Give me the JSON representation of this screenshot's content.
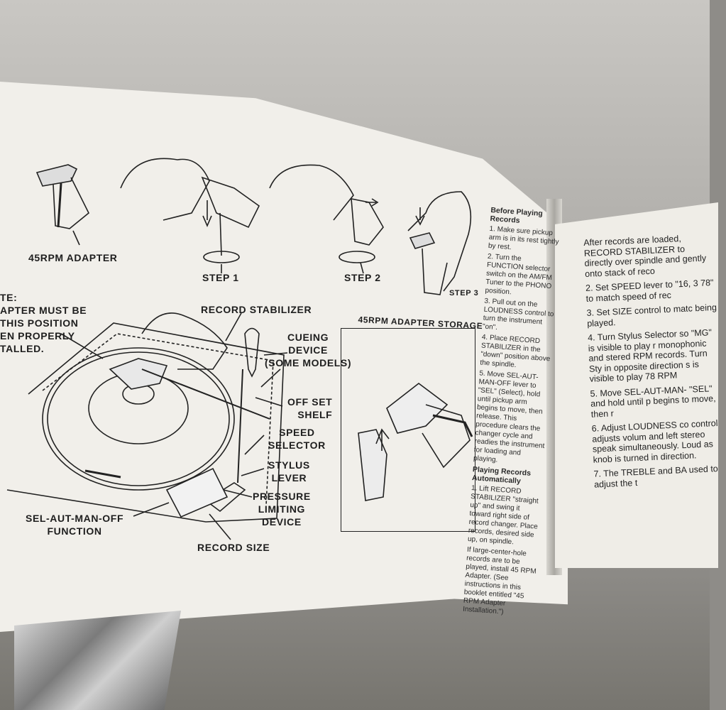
{
  "diagram": {
    "adapter_label": "45RPM ADAPTER",
    "step1": "STEP 1",
    "step2": "STEP 2",
    "step3": "STEP 3",
    "note_lines": [
      "TE:",
      "APTER MUST BE",
      "THIS POSITION",
      "EN PROPERLY",
      "TALLED."
    ],
    "record_stabilizer": "RECORD STABILIZER",
    "cueing_lines": [
      "CUEING",
      "DEVICE",
      "(SOME MODELS)"
    ],
    "off_set_lines": [
      "OFF SET",
      "SHELF"
    ],
    "speed_lines": [
      "SPEED",
      "SELECTOR"
    ],
    "stylus_lines": [
      "STYLUS",
      "LEVER"
    ],
    "pressure_lines": [
      "PRESSURE",
      "LIMITING",
      "DEVICE"
    ],
    "sel_lines": [
      "SEL-AUT-MAN-OFF",
      "FUNCTION"
    ],
    "record_size": "RECORD SIZE",
    "storage_title": "45RPM ADAPTER STORAGE"
  },
  "middle_column": {
    "heading1": "Before Playing Records",
    "items1": [
      "1. Make sure pickup arm is in its rest tightly by rest.",
      "2. Turn the FUNCTION selector switch on the AM/FM Tuner to the PHONO position.",
      "3. Pull out on the LOUDNESS control to turn the instrument \"on\".",
      "4. Place RECORD STABILIZER in the \"down\" position above the spindle.",
      "5. Move SEL-AUT-MAN-OFF lever to \"SEL\" (Select), hold until pickup arm begins to move, then release. This procedure clears the changer cycle and readies the instrument for loading and playing."
    ],
    "heading2": "Playing Records Automatically",
    "items2": [
      "1. Lift RECORD STABILIZER \"straight up\" and swing it toward right side of record changer. Place records, desired side up, on spindle.",
      "If large-center-hole records are to be played, install 45 RPM Adapter. (See instructions in this booklet entitled \"45 RPM Adapter Installation.\")"
    ]
  },
  "right_page": {
    "items": [
      "After records are loaded, RECORD STABILIZER to directly over spindle and gently onto stack of reco",
      "2. Set SPEED lever to \"16, 3 78\" to match speed of rec",
      "3. Set SIZE control to matc being played.",
      "4. Turn Stylus Selector so \"MG\" is visible to play r monophonic and stered RPM records. Turn Sty in opposite direction s is visible to play 78 RPM",
      "5. Move SEL-AUT-MAN- \"SEL\" and hold until p begins to move, then r",
      "6. Adjust LOUDNESS co control adjusts volum and left stereo speak simultaneously. Loud as knob is turned in direction.",
      "7. The TREBLE and BA used to adjust the t"
    ]
  }
}
